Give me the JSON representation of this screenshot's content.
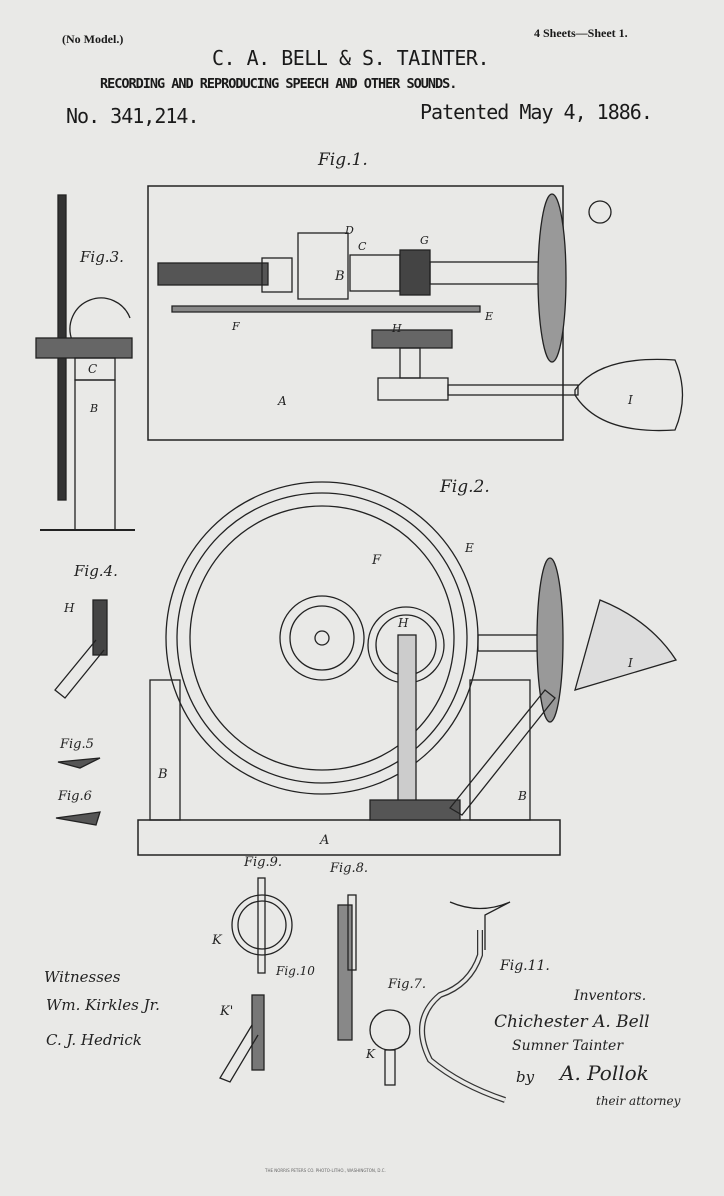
{
  "header": {
    "no_model": "(No Model.)",
    "sheets": "4 Sheets—Sheet 1.",
    "inventors": "C. A. BELL & S. TAINTER.",
    "title": "RECORDING AND REPRODUCING SPEECH AND OTHER SOUNDS.",
    "patent_number": "No. 341,214.",
    "patent_date": "Patented May 4, 1886."
  },
  "figures": {
    "fig1": "Fig.1.",
    "fig2": "Fig.2.",
    "fig3": "Fig.3.",
    "fig4": "Fig.4.",
    "fig5": "Fig.5",
    "fig6": "Fig.6",
    "fig7": "Fig.7.",
    "fig8": "Fig.8.",
    "fig9": "Fig.9.",
    "fig10": "Fig.10",
    "fig11": "Fig.11."
  },
  "reference_letters": {
    "A": "A",
    "B": "B",
    "C": "C",
    "D": "D",
    "E": "E",
    "F": "F",
    "G": "G",
    "H": "H",
    "I": "I",
    "K": "K",
    "K2": "K'"
  },
  "signatures": {
    "witnesses_label": "Witnesses",
    "witness_1": "Wm. Kirkles Jr.",
    "witness_2": "C. J. Hedrick",
    "inventors_label": "Inventors.",
    "inventor_1": "Chichester A. Bell",
    "inventor_2": "Sumner Tainter",
    "by": "by",
    "attorney": "A. Pollok",
    "attorney_role": "their attorney"
  },
  "footer": {
    "printer": "THE NORRIS PETERS CO. PHOTO-LITHO., WASHINGTON, D.C."
  }
}
